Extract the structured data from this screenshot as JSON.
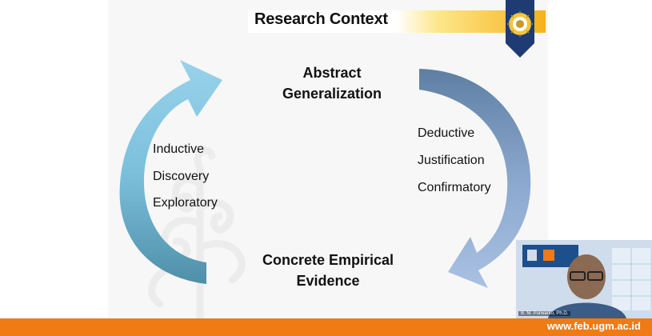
{
  "slide": {
    "title": "Research Context",
    "top_heading_line1": "Abstract",
    "top_heading_line2": "Generalization",
    "bottom_heading_line1": "Concrete Empirical",
    "bottom_heading_line2": "Evidence",
    "left_items": [
      "Inductive",
      "Discovery",
      "Exploratory"
    ],
    "right_items": [
      "Deductive",
      "Justification",
      "Confirmatory"
    ]
  },
  "footer": {
    "url": "www.feb.ugm.ac.id"
  },
  "video": {
    "participant_name": "B. M. Purwanto, Ph.D."
  },
  "colors": {
    "footer": "#f07a14",
    "title_bar": "#f6b21b",
    "left_arrow": "#6fb5d4",
    "right_arrow": "#8ea5c8",
    "logo_badge": "#1f3b73"
  }
}
